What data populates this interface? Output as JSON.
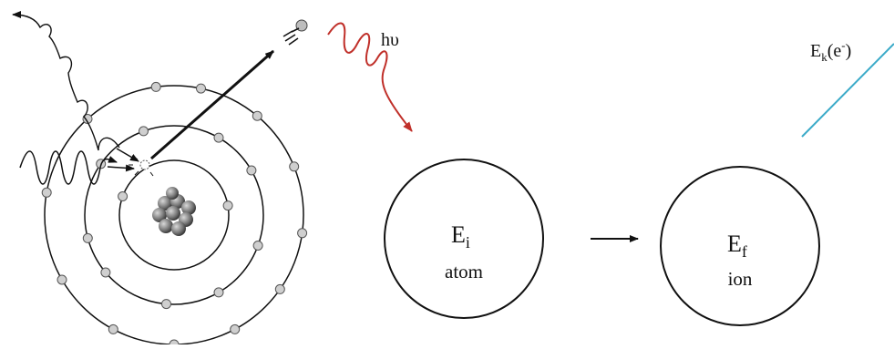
{
  "photon_label": "hυ",
  "photon_color": "#c0302a",
  "kinetic_label": {
    "main": "E",
    "subscript": "k",
    "paren_open": "(e",
    "superscript": "-",
    "paren_close": ")"
  },
  "electron_track_color": "#3aaac8",
  "initial_state": {
    "symbol": "E",
    "subscript": "i",
    "name": "atom"
  },
  "final_state": {
    "symbol": "E",
    "subscript": "f",
    "name": "ion"
  },
  "icons": {
    "nucleus": "nucleus-icon",
    "ejected_electron": "ejected-electron-icon",
    "transition_arrow": "right-arrow-icon"
  }
}
